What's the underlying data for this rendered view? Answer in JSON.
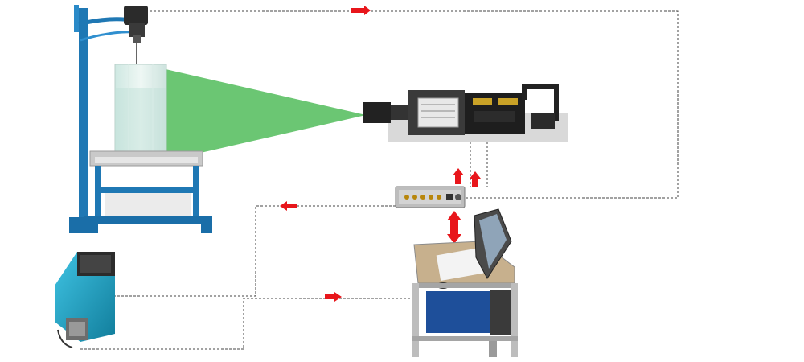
{
  "diagram": {
    "description_visible_text": "",
    "components": [
      {
        "id": "motor-stirrer",
        "kind": "device"
      },
      {
        "id": "stand-pole",
        "kind": "structure"
      },
      {
        "id": "water-tank",
        "kind": "device"
      },
      {
        "id": "support-table",
        "kind": "structure"
      },
      {
        "id": "laser-source",
        "kind": "device"
      },
      {
        "id": "synchronizer",
        "kind": "device"
      },
      {
        "id": "camera",
        "kind": "device"
      },
      {
        "id": "computer-cart",
        "kind": "device"
      }
    ],
    "colors": {
      "frame_blue": "#1f78b4",
      "camera_cyan": "#1aa6c9",
      "laser_sheet": "#63c36c",
      "arrow_red": "#e8161b",
      "connection_line": "#444444",
      "device_dark": "#2b2b2b",
      "cart_blue": "#1e4f9a"
    },
    "connections": [
      {
        "from": "motor-stirrer",
        "to": "synchronizer",
        "style": "dashed"
      },
      {
        "from": "laser-source",
        "to": "synchronizer",
        "style": "dashed"
      },
      {
        "from": "synchronizer",
        "to": "camera",
        "style": "dashed"
      },
      {
        "from": "camera",
        "to": "computer-cart",
        "style": "dashed"
      },
      {
        "from": "synchronizer",
        "to": "computer-cart",
        "style": "solid-double-arrow"
      }
    ]
  }
}
